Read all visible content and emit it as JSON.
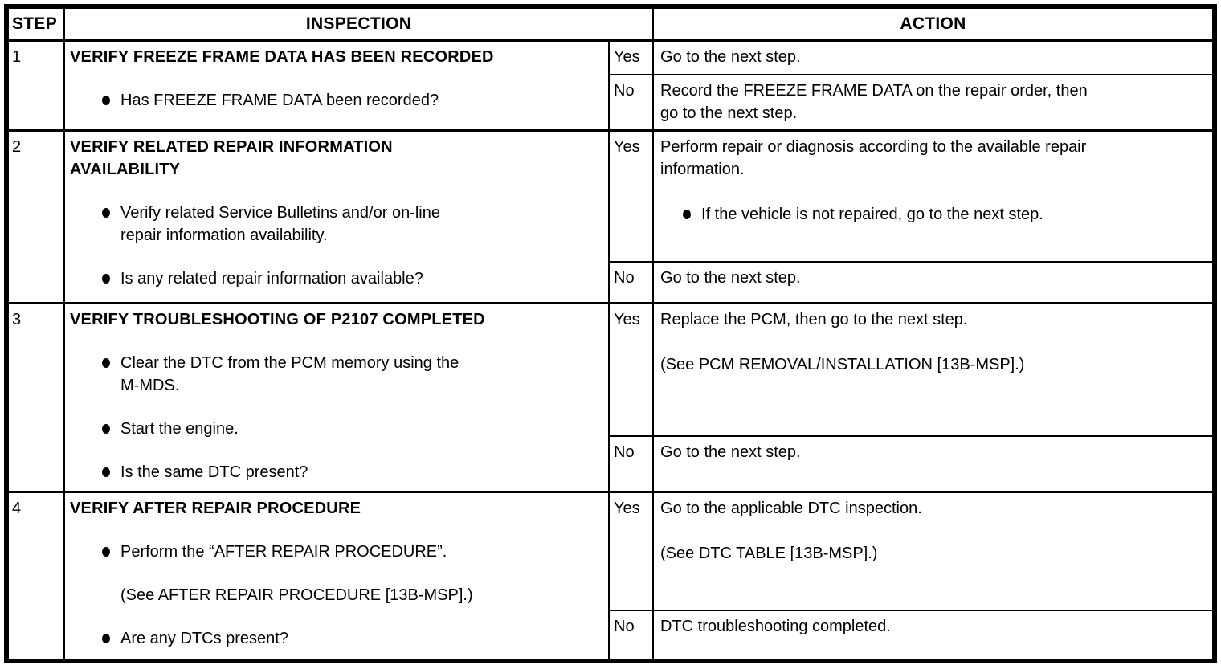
{
  "table": {
    "headers": {
      "step": "STEP",
      "inspection": "INSPECTION",
      "action": "ACTION"
    },
    "bullet_icon": "filled-circle-bullet",
    "rows": [
      {
        "step": "1",
        "inspection": {
          "title": "VERIFY FREEZE FRAME DATA HAS BEEN RECORDED",
          "bullets": [
            "Has FREEZE FRAME DATA been recorded?"
          ]
        },
        "yes": {
          "label": "Yes",
          "text": "Go to the next step."
        },
        "no": {
          "label": "No",
          "text": "Record the FREEZE FRAME DATA on the repair order, then\ngo to the next step."
        }
      },
      {
        "step": "2",
        "inspection": {
          "title": "VERIFY RELATED REPAIR INFORMATION\nAVAILABILITY",
          "bullets": [
            "Verify related Service Bulletins and/or on-line\nrepair information availability.",
            "Is any related repair information available?"
          ]
        },
        "yes": {
          "label": "Yes",
          "text": "Perform repair or diagnosis according to the available repair\ninformation.",
          "bullet": "If the vehicle is not repaired, go to the next step."
        },
        "no": {
          "label": "No",
          "text": "Go to the next step."
        }
      },
      {
        "step": "3",
        "inspection": {
          "title": "VERIFY TROUBLESHOOTING OF P2107 COMPLETED",
          "bullets": [
            "Clear the DTC from the PCM memory using the\nM-MDS.",
            "Start the engine.",
            "Is the same DTC present?"
          ]
        },
        "yes": {
          "label": "Yes",
          "text": "Replace the PCM, then go to the next step.",
          "note": "(See PCM REMOVAL/INSTALLATION [13B-MSP].)"
        },
        "no": {
          "label": "No",
          "text": "Go to the next step."
        }
      },
      {
        "step": "4",
        "inspection": {
          "title": "VERIFY AFTER REPAIR PROCEDURE",
          "bullets": [
            "Perform the “AFTER REPAIR PROCEDURE”.",
            "Are any DTCs present?"
          ],
          "note": "(See AFTER REPAIR PROCEDURE [13B-MSP].)"
        },
        "yes": {
          "label": "Yes",
          "text": "Go to the applicable DTC inspection.",
          "note": "(See DTC TABLE [13B-MSP].)"
        },
        "no": {
          "label": "No",
          "text": "DTC troubleshooting completed."
        }
      }
    ]
  }
}
